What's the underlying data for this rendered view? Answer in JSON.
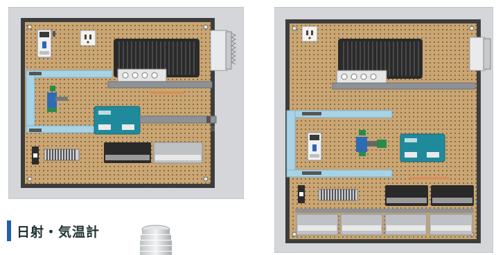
{
  "caption": {
    "label": "日射・気温計"
  },
  "colors": {
    "accent": "#1f5fb0",
    "enclosure": "#d3d5d8",
    "board_frame": "#3e3e3e",
    "board_wood": "#c8a472",
    "rail": "#a9d3e6",
    "teal_unit": "#1e8c9e",
    "dark_unit": "#2c2c2c"
  },
  "icons": {
    "outlet": "outlet-icon",
    "breaker": "breaker-icon",
    "power_supply": "power-supply-icon",
    "data_logger": "data-logger-icon",
    "terminal_block": "terminal-block-icon",
    "sensor": "radiation-shield-icon"
  },
  "panels": [
    {
      "name": "left-panel"
    },
    {
      "name": "right-panel"
    }
  ]
}
